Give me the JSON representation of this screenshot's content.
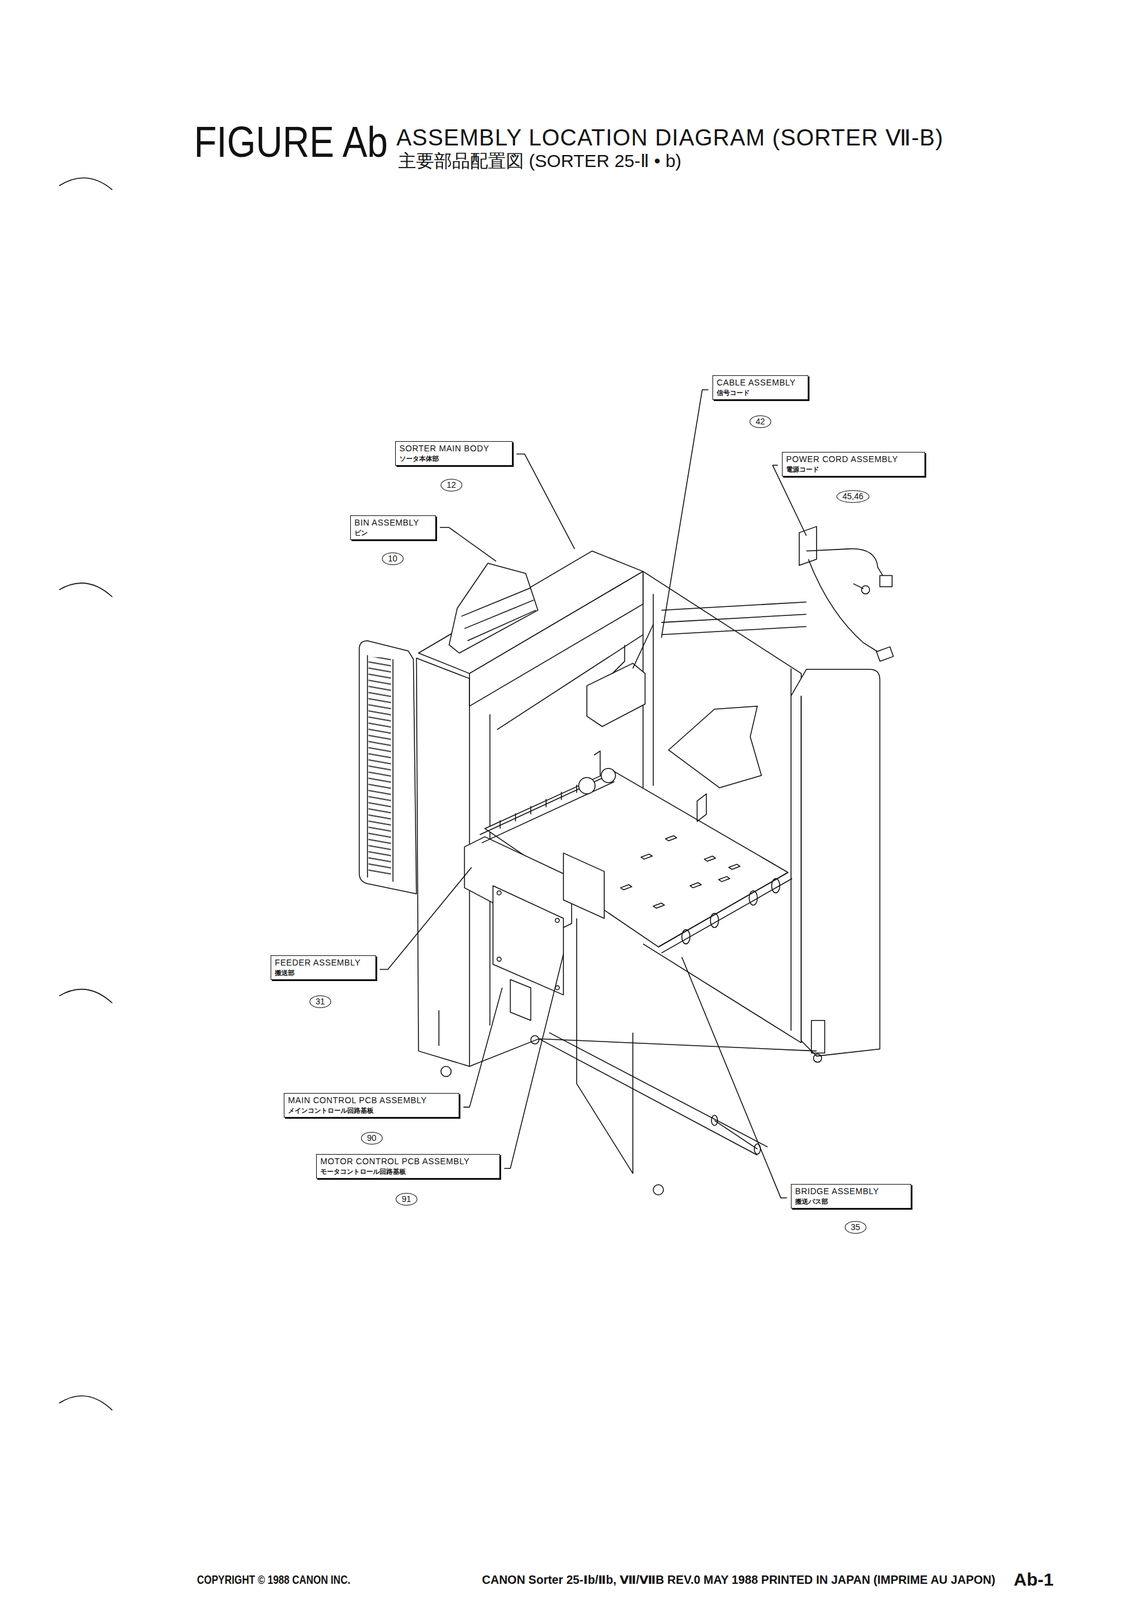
{
  "diagram": {
    "title": "ASSEMBLY LOCATION DIAGRAM (SORTER Ⅶ-B)",
    "nodes": [
      {
        "text": [
          "CABLE ASSEMBLY",
          "信号コード"
        ]
      },
      {
        "text": [
          "42"
        ]
      },
      {
        "text": [
          "SORTER MAIN BODY",
          "ソータ本体部"
        ]
      },
      {
        "text": [
          "12"
        ]
      },
      {
        "text": [
          "POWER CORD ASSEMBLY",
          "電源コード"
        ]
      },
      {
        "text": [
          "45,46"
        ]
      },
      {
        "text": [
          "BIN ASSEMBLY",
          "ビン"
        ]
      },
      {
        "text": [
          "10"
        ]
      },
      {
        "text": [
          "FEEDER ASSEMBLY",
          "搬送部"
        ]
      },
      {
        "text": [
          "31"
        ]
      },
      {
        "text": [
          "MAIN CONTROL PCB ASSEMBLY",
          "メインコントロール回路基板"
        ]
      },
      {
        "text": [
          "90"
        ]
      },
      {
        "text": [
          "MOTOR CONTROL PCB ASSEMBLY",
          "モータコントロール回路基板"
        ]
      },
      {
        "text": [
          "91"
        ]
      },
      {
        "text": [
          "BRIDGE ASSEMBLY",
          "搬送パス部"
        ]
      },
      {
        "text": [
          "35"
        ]
      }
    ],
    "labels": [
      "FIGURE Ab",
      "主要部品配置図 (SORTER 25-Ⅱ • b)",
      "COPYRIGHT © 1988 CANON INC.",
      "CANON Sorter 25-Ⅰb/Ⅱb, Ⅶ/ⅦB REV.0 MAY 1988 PRINTED IN JAPAN (IMPRIME AU JAPON)",
      "Ab-1"
    ]
  }
}
